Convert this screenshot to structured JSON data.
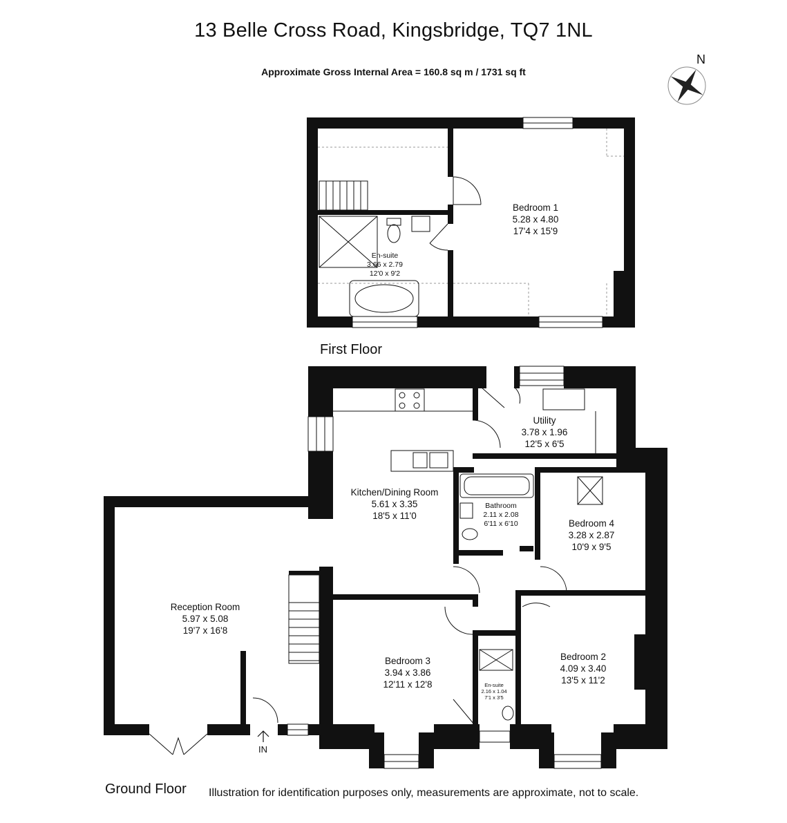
{
  "header": {
    "address": "13 Belle Cross Road, Kingsbridge, TQ7 1NL",
    "area": "Approximate Gross Internal Area = 160.8 sq m  / 1731 sq ft"
  },
  "compass": {
    "label": "N"
  },
  "floors": {
    "first": {
      "label": "First Floor",
      "rooms": [
        {
          "name": "Bedroom 1",
          "metric": "5.28 x 4.80",
          "imperial": "17'4 x 15'9"
        },
        {
          "name": "En-suite",
          "metric": "3.66 x 2.79",
          "imperial": "12'0 x 9'2"
        }
      ]
    },
    "ground": {
      "label": "Ground Floor",
      "rooms": [
        {
          "name": "Utility",
          "metric": "3.78 x 1.96",
          "imperial": "12'5 x 6'5"
        },
        {
          "name": "Kitchen/Dining Room",
          "metric": "5.61 x 3.35",
          "imperial": "18'5 x 11'0"
        },
        {
          "name": "Bathroom",
          "metric": "2.11 x 2.08",
          "imperial": "6'11 x 6'10"
        },
        {
          "name": "Bedroom 4",
          "metric": "3.28 x 2.87",
          "imperial": "10'9 x 9'5"
        },
        {
          "name": "Reception Room",
          "metric": "5.97 x 5.08",
          "imperial": "19'7 x 16'8"
        },
        {
          "name": "Bedroom 3",
          "metric": "3.94 x 3.86",
          "imperial": "12'11 x 12'8"
        },
        {
          "name": "En-suite",
          "metric": "2.16 x 1.04",
          "imperial": "7'1 x 3'5"
        },
        {
          "name": "Bedroom 2",
          "metric": "4.09 x 3.40",
          "imperial": "13'5 x 11'2"
        }
      ],
      "entrance": "IN"
    }
  },
  "footer": {
    "disclaimer": "Illustration for identification purposes only, measurements are approximate, not to scale."
  }
}
